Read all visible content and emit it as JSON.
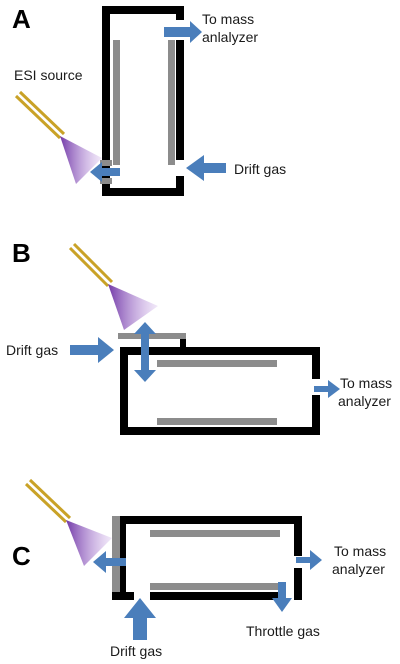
{
  "colors": {
    "wall": "#000000",
    "electrode": "#8c8c8c",
    "arrow": "#4a7ebb",
    "emitter": "#c9a227",
    "plume": "#8a4fbf"
  },
  "panels": [
    {
      "letter": "A",
      "labels": {
        "esi_source": "ESI source",
        "to_mass_line1": "To mass",
        "to_mass_line2": "anlalyzer",
        "drift_gas": "Drift  gas"
      }
    },
    {
      "letter": "B",
      "labels": {
        "drift_gas": "Drift  gas",
        "to_mass_line1": "To mass",
        "to_mass_line2": "analyzer"
      }
    },
    {
      "letter": "C",
      "labels": {
        "to_mass_line1": "To mass",
        "to_mass_line2": "analyzer",
        "drift_gas": "Drift gas",
        "throttle_gas": "Throttle  gas"
      }
    }
  ]
}
